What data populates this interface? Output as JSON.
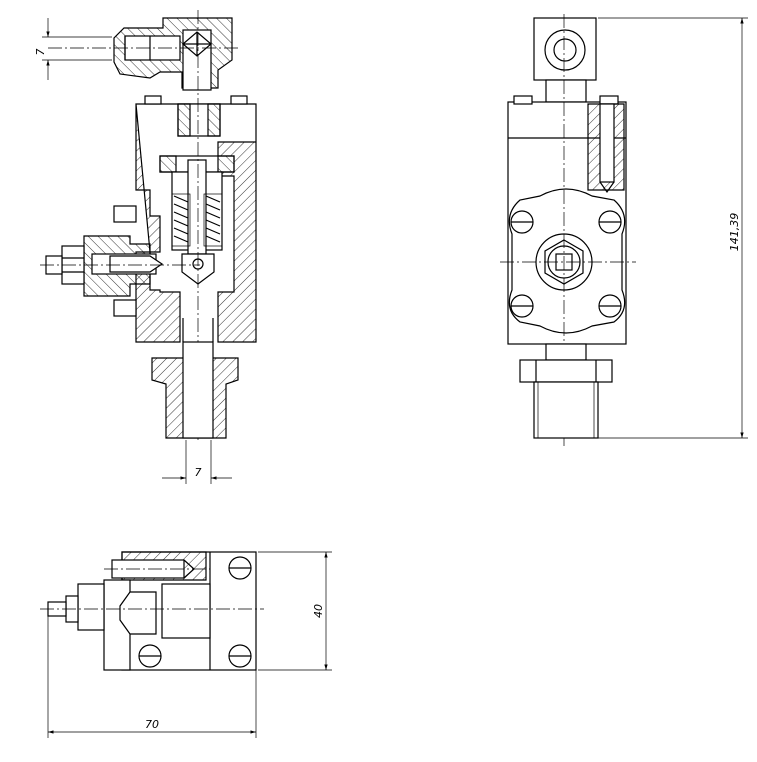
{
  "dimensions": {
    "top_port_diameter": "7",
    "bottom_port_diameter": "7",
    "overall_height": "141,39",
    "plan_width": "40",
    "plan_length": "70"
  }
}
